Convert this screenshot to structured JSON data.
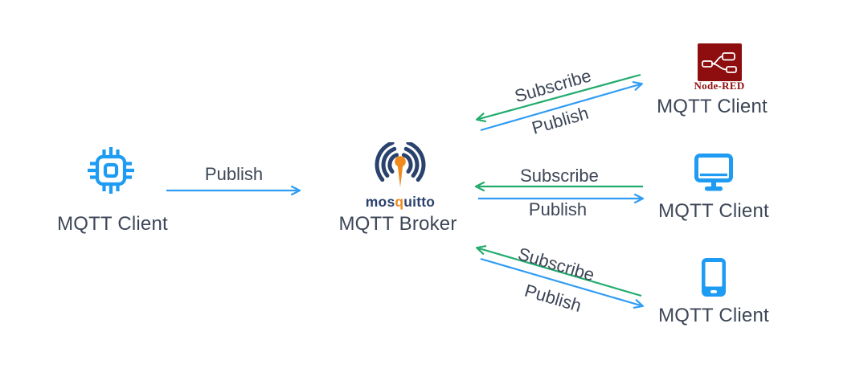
{
  "colors": {
    "arrow_blue": "#2F9CF5",
    "arrow_green": "#21AC6D",
    "device_blue": "#1E9BF2",
    "mosquitto_navy": "#2A426E",
    "mosquitto_orange": "#F08A1E",
    "nodered_maroon": "#8E0E10",
    "label_text": "#3D4657"
  },
  "publisher": {
    "label": "MQTT Client",
    "icon": "chip-icon",
    "publish_label": "Publish"
  },
  "broker": {
    "label": "MQTT Broker",
    "logo": {
      "part1": "mos",
      "part2": "q",
      "part3": "uitto"
    }
  },
  "subscribers": [
    {
      "label": "MQTT Client",
      "icon": "node-red-icon",
      "badge": "Node-RED",
      "subscribe_label": "Subscribe",
      "publish_label": "Publish"
    },
    {
      "label": "MQTT Client",
      "icon": "desktop-icon",
      "subscribe_label": "Subscribe",
      "publish_label": "Publish"
    },
    {
      "label": "MQTT Client",
      "icon": "mobile-icon",
      "subscribe_label": "Subscribe",
      "publish_label": "Publish"
    }
  ]
}
